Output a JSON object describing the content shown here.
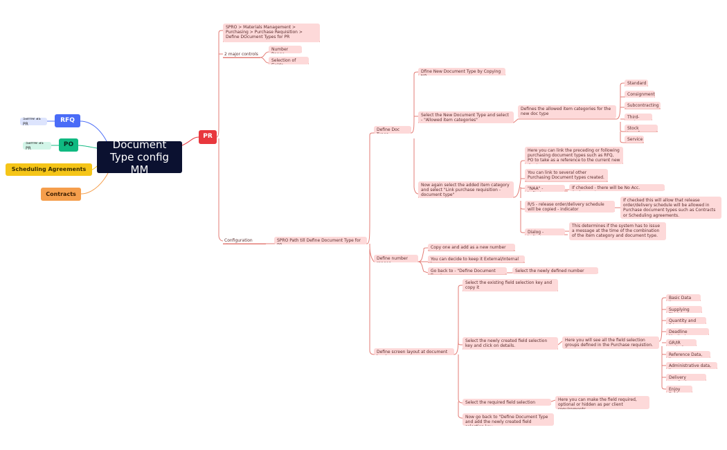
{
  "root": {
    "label": "Document Type config MM"
  },
  "left": {
    "rfq": "RFQ",
    "rfq_note": "Same as PR",
    "po": "PO",
    "po_note": "Same as PR",
    "sched": "Scheduling Agreements",
    "contracts": "Contracts"
  },
  "pr": {
    "label": "PR"
  },
  "path": "SPRO > Materials Management > Purchasing > Purchase Requisition >  Define DOcument Types for PR",
  "controls": {
    "label": "2 major controls",
    "items": [
      "Number Range",
      "Selection of Fields"
    ]
  },
  "config": {
    "label": "Configuration steps",
    "spro": "SPRO Path till Define Document Type for PR"
  },
  "doc_types": {
    "label": "Define Doc Types",
    "copy_nb": "Dfine New Document Type by Copying NB",
    "select_allowed": "Select the New Document Type and select - \"Allowed item categories\"",
    "defines": "Defines the allowed item categories for the new doc type",
    "categories": [
      "Standard",
      "Consignment",
      "Subcontracting",
      "Third-party",
      "Stock transfer",
      "Service"
    ],
    "link_pr": "Now again select the added item category and select \"Link purchase requisition - document type\"",
    "link_note": "Here you can link the preceding or following purchasing document types such as RFQ, PO to take as a reference to the current new doc type.",
    "several": "You can link to several other Purchasing Document types created.",
    "naa": "\"NAA\" - indicator",
    "naa_note": "If checked - there will be No Acc. Assignment",
    "rs": "R/S - release order/delivery schedule will be copied - indicator",
    "rs_note": "If checked this will allow that release order/delivery schedule will be allowed in Purchase document types such as Contracts or Scheduling agreements.",
    "dialog": "Dialog - indicator",
    "dialog_note": "This determines if the system has to issue a message at the time of the combination of the item category and document type."
  },
  "num_ranges": {
    "label": "Define number ranges",
    "copy": "Copy one and add as a new number range",
    "ext": "You can decide to keep it External/Internal here.",
    "goback": "Go back to - \"Define Document Type\"",
    "select": "Select the newly defined number range."
  },
  "screen": {
    "label": "Define screen layout at document level.",
    "select_key": "Select the existing field selection key and copy it",
    "select_new": "Select the newly created field selection key and click on details.",
    "here": "Here you will see all the field selection groups defined in the Purchase requistion.",
    "groups": [
      "Basic Data Item",
      "Supplying Plant",
      "Quantity and Price",
      "Deadline Monitoring",
      "GR/IR control",
      "Reference Data, item",
      "Administrative data, item",
      "Delivery monitoring",
      "Enjoy fields"
    ],
    "select_req": "Select the required field selection group.",
    "req_note": "Here you can make the field required, optional or hidden as per client requirements.",
    "now_back": "Now go back to \"Define Document Type and add the newly created field selection key."
  },
  "colors": {
    "pink": "#fdd9d9",
    "line": "#e37b74",
    "root": "#0b1130",
    "pr": "#e8373d",
    "rfq": "#4a6cf7",
    "po": "#10b981",
    "sched": "#f5c518",
    "contracts": "#f59e4c"
  }
}
